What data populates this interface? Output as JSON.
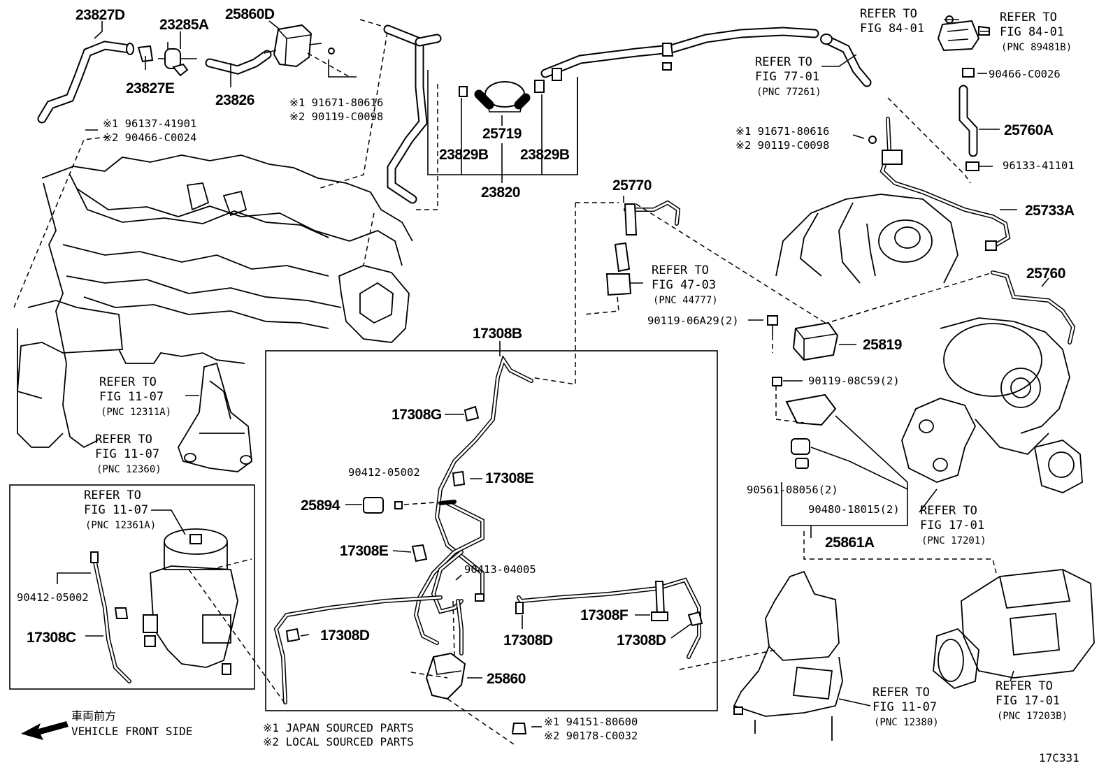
{
  "labels": {
    "p23827D": "23827D",
    "p23285A": "23285A",
    "p25860D": "25860D",
    "p23827E": "23827E",
    "p23826": "23826",
    "p25719": "25719",
    "p23829B_left": "23829B",
    "p23829B_right": "23829B",
    "p23820": "23820",
    "p25770": "25770",
    "p25760A": "25760A",
    "p25733A": "25733A",
    "p25760": "25760",
    "p25819": "25819",
    "p25861A": "25861A",
    "p17308B": "17308B",
    "p17308G": "17308G",
    "p17308E_top": "17308E",
    "p17308E_mid": "17308E",
    "p25894": "25894",
    "p17308D_left": "17308D",
    "p17308D_mid": "17308D",
    "p17308D_right": "17308D",
    "p17308F": "17308F",
    "p25860": "25860",
    "p17308C": "17308C"
  },
  "codes": {
    "c91671_top": "※1 91671-80616",
    "c90119_top": "※2 90119-C0098",
    "c96137": "※1 96137-41901",
    "c90466_c0024": "※2 90466-C0024",
    "c91671_mid": "※1 91671-80616",
    "c90119_mid": "※2 90119-C0098",
    "c90466_c0026": "90466-C0026",
    "c96133": "96133-41101",
    "c90119_06a29": "90119-06A29(2)",
    "c90119_08c59": "90119-08C59(2)",
    "c90561": "90561-08056(2)",
    "c90480": "90480-18015(2)",
    "c90412_inner": "90412-05002",
    "c90413": "90413-04005",
    "c90412_outer": "90412-05002",
    "c94151": "※1 94151-80600",
    "c90178": "※2 90178-C0032",
    "figure_id": "17C331"
  },
  "refs": {
    "r84_a": {
      "l1": "REFER TO",
      "l2": "FIG 84-01",
      "pnc": ""
    },
    "r84_b": {
      "l1": "REFER TO",
      "l2": "FIG 84-01",
      "pnc": "(PNC 89481B)"
    },
    "r77": {
      "l1": "REFER TO",
      "l2": "FIG 77-01",
      "pnc": "(PNC 77261)"
    },
    "r47": {
      "l1": "REFER TO",
      "l2": "FIG 47-03",
      "pnc": "(PNC 44777)"
    },
    "r11_a": {
      "l1": "REFER TO",
      "l2": "FIG 11-07",
      "pnc": "(PNC 12311A)"
    },
    "r11_b": {
      "l1": "REFER TO",
      "l2": "FIG 11-07",
      "pnc": "(PNC 12360)"
    },
    "r11_c": {
      "l1": "REFER TO",
      "l2": "FIG 11-07",
      "pnc": "(PNC 12361A)"
    },
    "r17_a": {
      "l1": "REFER TO",
      "l2": "FIG 17-01",
      "pnc": "(PNC 17201)"
    },
    "r11_d": {
      "l1": "REFER TO",
      "l2": "FIG 11-07",
      "pnc": "(PNC 12380)"
    },
    "r17_b": {
      "l1": "REFER TO",
      "l2": "FIG 17-01",
      "pnc": "(PNC 17203B)"
    }
  },
  "legend": {
    "front_jp": "車両前方",
    "front_en": "VEHICLE FRONT SIDE",
    "note1": "※1  JAPAN SOURCED PARTS",
    "note2": "※2  LOCAL SOURCED PARTS"
  }
}
